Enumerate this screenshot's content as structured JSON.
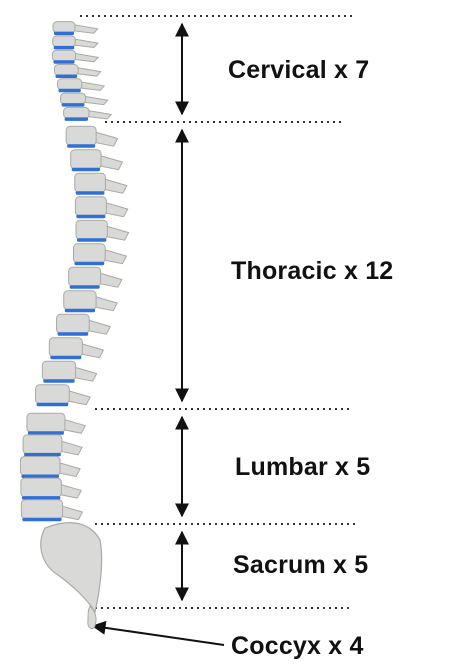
{
  "regions": [
    {
      "label": "Cervical x 7"
    },
    {
      "label": "Thoracic x 12"
    },
    {
      "label": "Lumbar x 5"
    },
    {
      "label": "Sacrum x 5"
    },
    {
      "label": "Coccyx x 4"
    }
  ],
  "colors": {
    "bone": "#d9d9d7",
    "bone_shadow": "#a9a9a6",
    "disc": "#2f6fd6",
    "guide_line": "#333333",
    "arrow": "#111111",
    "text": "#111111"
  }
}
